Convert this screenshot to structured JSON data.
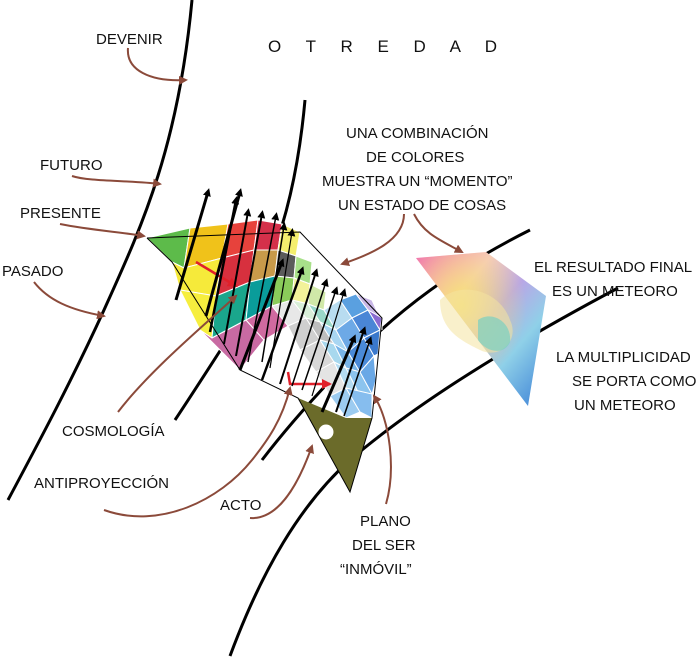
{
  "title": "O T R E D A D",
  "labels": {
    "devenir": "DEVENIR",
    "futuro": "FUTURO",
    "presente": "PRESENTE",
    "pasado": "PASADO",
    "cosmologia": "COSMOLOGÍA",
    "antiproyeccion": "ANTIPROYECCIÓN",
    "acto": "ACTO",
    "plano": [
      "PLANO",
      "DEL SER",
      "“INMÓVIL”"
    ],
    "combinacion": [
      "UNA COMBINACIÓN",
      "DE COLORES",
      "MUESTRA UN “MOMENTO”",
      "UN ESTADO DE COSAS"
    ],
    "resultado": [
      "EL RESULTADO FINAL",
      "ES UN METEORO"
    ],
    "multiplicidad": [
      "LA MULTIPLICIDAD",
      "SE PORTA COMO",
      "UN METEORO"
    ]
  },
  "colors": {
    "curve": "#000000",
    "pointer": "#8b4a3a",
    "olive": "#6b6b2a",
    "red_arrow": "#e0202a"
  }
}
